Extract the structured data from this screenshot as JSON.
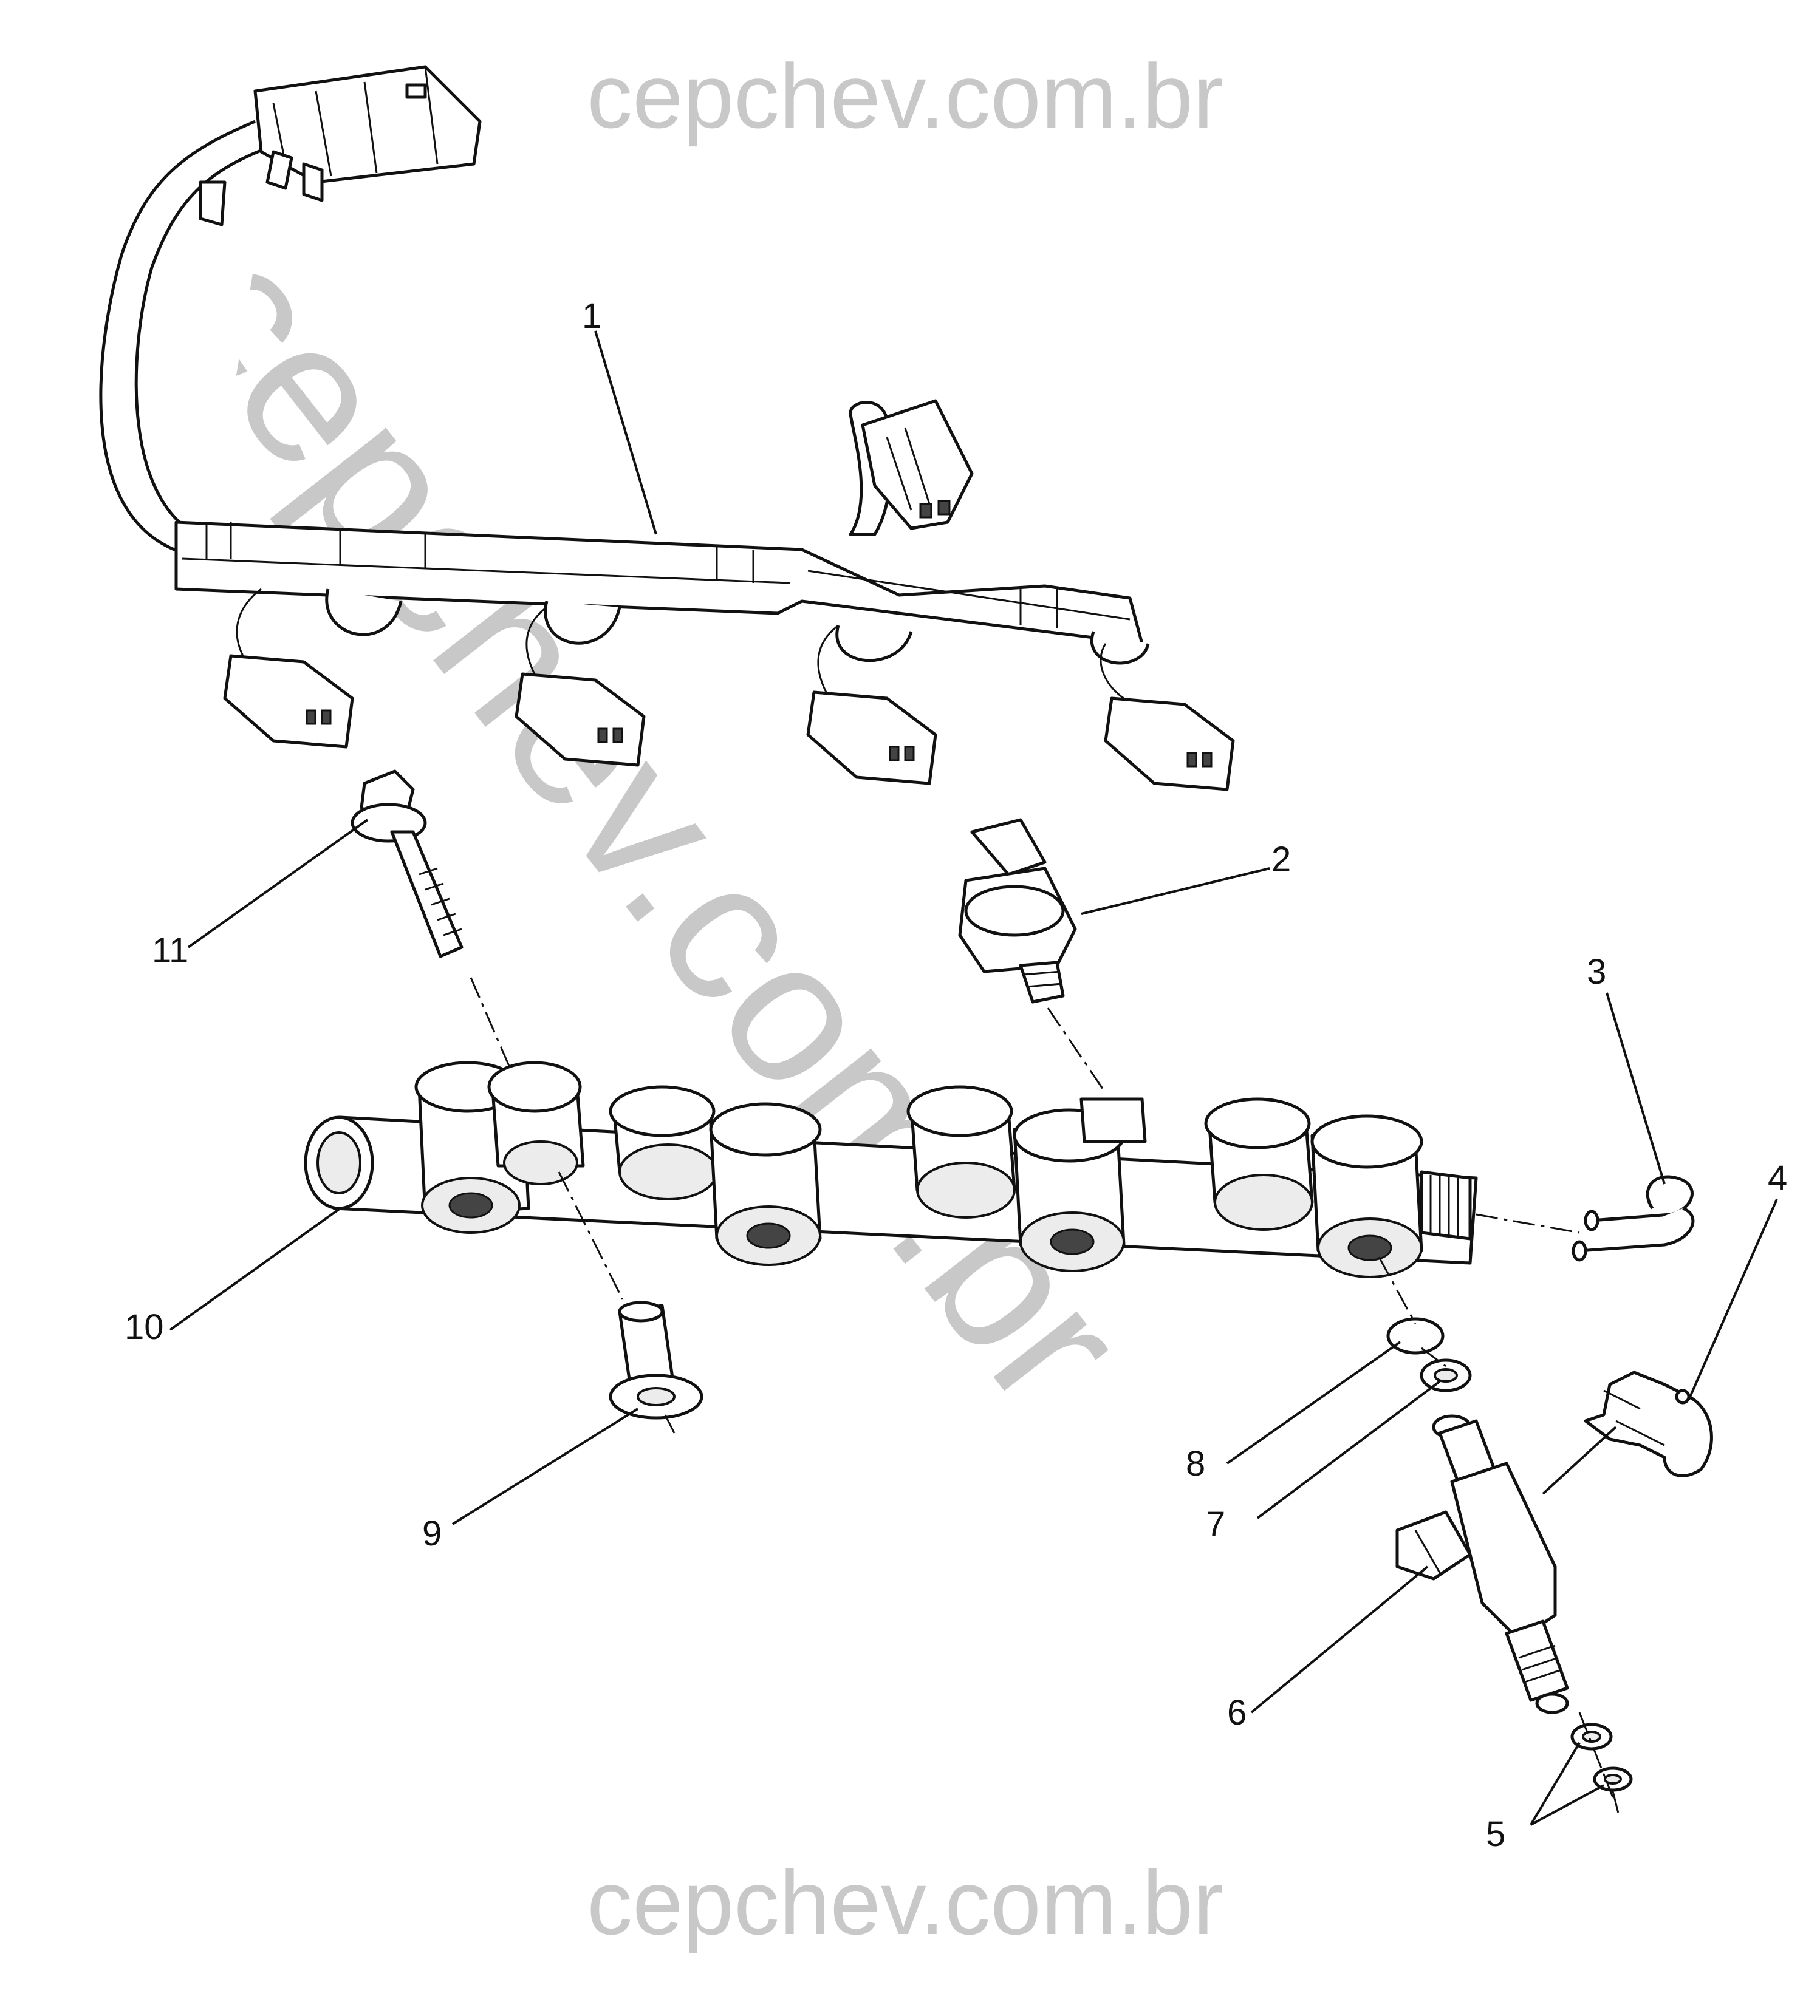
{
  "watermark": {
    "top": "cepchev.com.br",
    "bottom": "cepchev.com.br",
    "diagonal": "cepchev.com.br"
  },
  "callouts": [
    {
      "id": "1",
      "label": "1"
    },
    {
      "id": "2",
      "label": "2"
    },
    {
      "id": "3",
      "label": "3"
    },
    {
      "id": "4",
      "label": "4"
    },
    {
      "id": "5",
      "label": "5"
    },
    {
      "id": "6",
      "label": "6"
    },
    {
      "id": "7",
      "label": "7"
    },
    {
      "id": "8",
      "label": "8"
    },
    {
      "id": "9",
      "label": "9"
    },
    {
      "id": "10",
      "label": "10"
    },
    {
      "id": "11",
      "label": "11"
    }
  ]
}
